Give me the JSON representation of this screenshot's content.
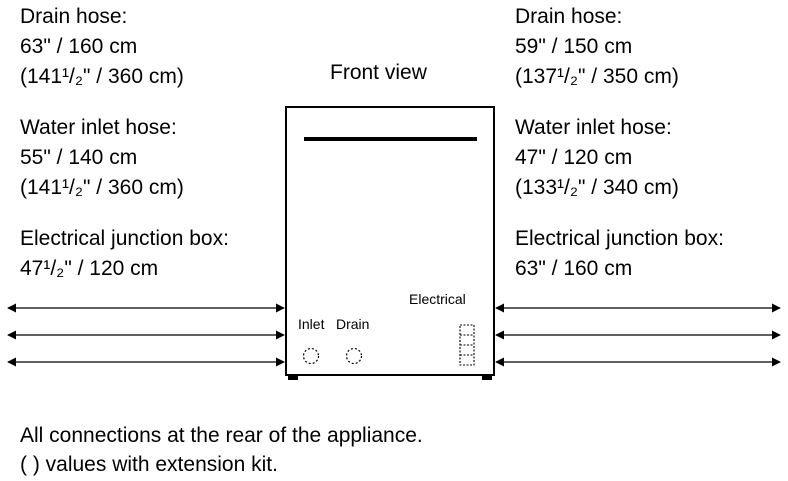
{
  "title": "Front view",
  "left": {
    "drain_hose": {
      "label": "Drain hose:",
      "value": "63\" / 160 cm",
      "extended": "(141¹/₂\" / 360 cm)"
    },
    "water_inlet_hose": {
      "label": "Water inlet hose:",
      "value": "55\" / 140 cm",
      "extended": "(141¹/₂\" / 360 cm)"
    },
    "electrical_junction_box": {
      "label": "Electrical junction box:",
      "value": "47¹/₂\" / 120 cm"
    }
  },
  "right": {
    "drain_hose": {
      "label": "Drain hose:",
      "value": "59\" / 150 cm",
      "extended": "(137¹/₂\" / 350 cm)"
    },
    "water_inlet_hose": {
      "label": "Water inlet hose:",
      "value": "47\" / 120 cm",
      "extended": "(133¹/₂\" / 340 cm)"
    },
    "electrical_junction_box": {
      "label": "Electrical junction box:",
      "value": "63\" / 160 cm"
    }
  },
  "appliance": {
    "inlet_label": "Inlet",
    "drain_label": "Drain",
    "electrical_label": "Electrical"
  },
  "notes": {
    "line1": "All connections at the rear of the appliance.",
    "line2": "( ) values with extension kit."
  }
}
